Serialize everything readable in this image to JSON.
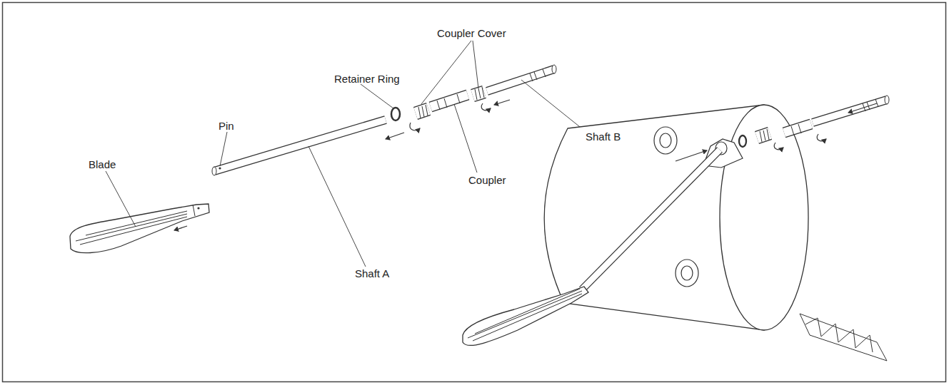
{
  "diagram": {
    "labels": [
      "Coupler Cover",
      "Retainer Ring",
      "Pin",
      "Blade",
      "Shaft A",
      "Coupler",
      "Shaft B"
    ]
  }
}
